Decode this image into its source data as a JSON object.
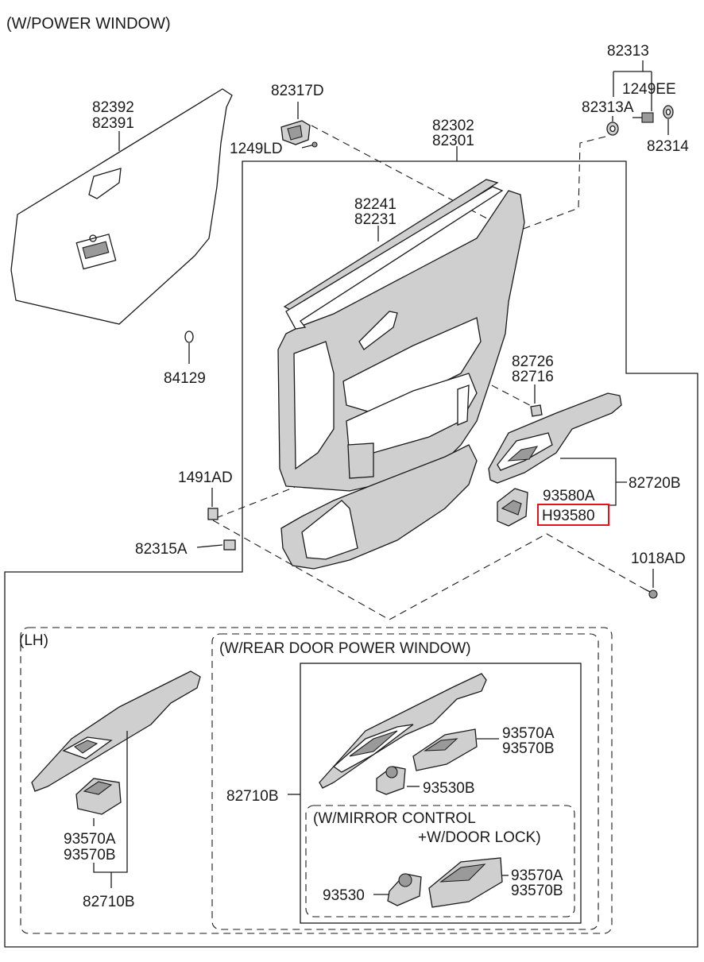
{
  "title": "(W/POWER WINDOW)",
  "labels": {
    "p82313": "82313",
    "p1249EE": "1249EE",
    "p82317D": "82317D",
    "p82313A": "82313A",
    "p82392": "82392",
    "p82391": "82391",
    "p82302": "82302",
    "p82301": "82301",
    "p82314": "82314",
    "p1249LD": "1249LD",
    "p82241": "82241",
    "p82231": "82231",
    "p84129": "84129",
    "p82726": "82726",
    "p82716": "82716",
    "p1491AD": "1491AD",
    "p82720B": "82720B",
    "p93580A": "93580A",
    "pH93580": "H93580",
    "p82315A": "82315A",
    "p1018AD": "1018AD"
  },
  "lh_box": {
    "title": "(LH)",
    "p93570A": "93570A",
    "p93570B": "93570B",
    "p82710B": "82710B"
  },
  "rear_box": {
    "title": "(W/REAR DOOR POWER WINDOW)",
    "p93570A": "93570A",
    "p93570B": "93570B",
    "p93530B": "93530B",
    "p82710B": "82710B"
  },
  "mirror_box": {
    "title_line1": "(W/MIRROR CONTROL",
    "title_line2": "+W/DOOR LOCK)",
    "p93530": "93530",
    "p93570A": "93570A",
    "p93570B": "93570B"
  },
  "colors": {
    "highlight": "#e0141e",
    "line": "#1a1a1a",
    "part_fill": "#cfcfcf"
  }
}
